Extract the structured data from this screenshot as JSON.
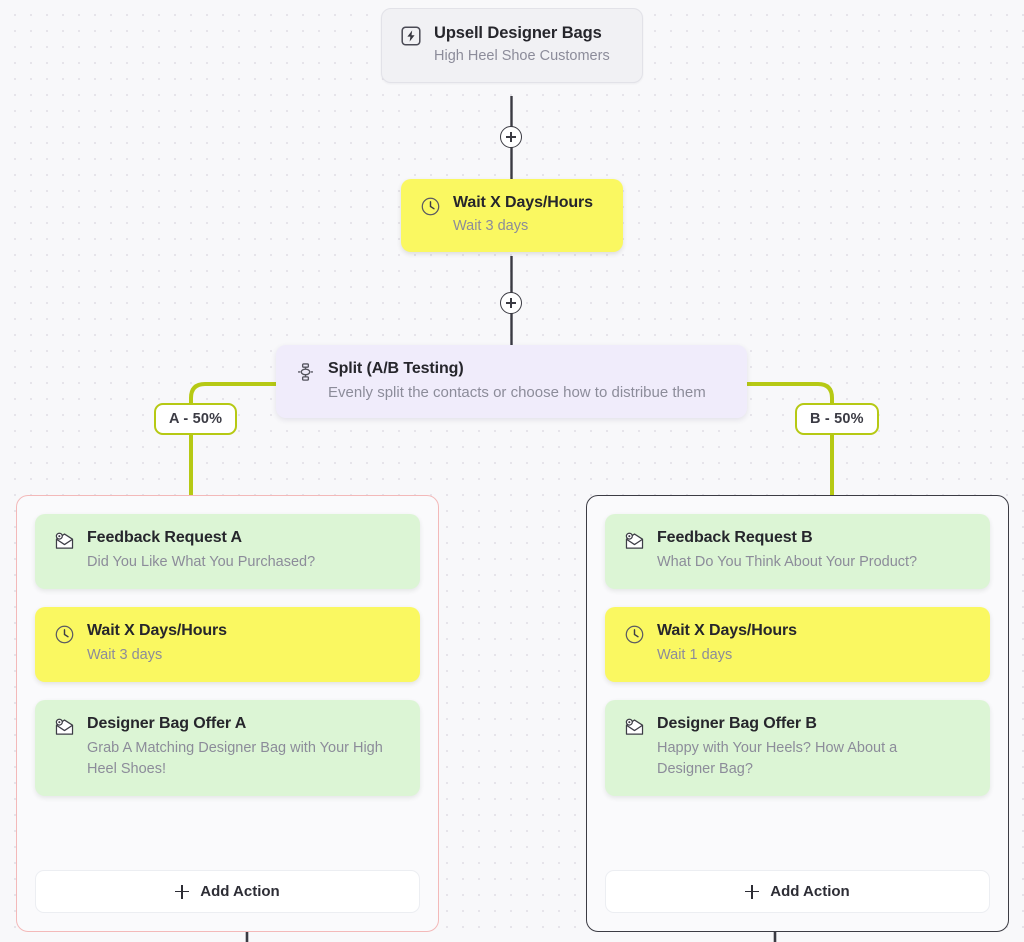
{
  "workflow": {
    "trigger": {
      "icon": "lightning-bolt-icon",
      "title": "Upsell Designer Bags",
      "subtitle": "High Heel Shoe Customers"
    },
    "wait_top": {
      "icon": "clock-icon",
      "title": "Wait X Days/Hours",
      "subtitle": "Wait 3 days"
    },
    "split": {
      "icon": "split-ab-icon",
      "title": "Split (A/B Testing)",
      "subtitle": "Evenly split the contacts or choose how to distribue them"
    },
    "connectors": {
      "add_step_label": "+",
      "plus_icon": "plus-circle-icon"
    },
    "branches": [
      {
        "id": "a",
        "pill_label": "A - 50%",
        "border_color": "#f3b9b9",
        "steps": [
          {
            "icon": "email-open-icon",
            "type": "email",
            "title": "Feedback Request A",
            "subtitle": "Did You Like What You Purchased?"
          },
          {
            "icon": "clock-icon",
            "type": "wait",
            "title": "Wait X Days/Hours",
            "subtitle": "Wait 3 days"
          },
          {
            "icon": "email-open-icon",
            "type": "email",
            "title": "Designer Bag Offer A",
            "subtitle": "Grab A Matching Designer Bag with Your High Heel Shoes!"
          }
        ],
        "add_action_label": "Add Action"
      },
      {
        "id": "b",
        "pill_label": "B - 50%",
        "border_color": "#3c3c44",
        "steps": [
          {
            "icon": "email-open-icon",
            "type": "email",
            "title": "Feedback Request B",
            "subtitle": "What Do You Think About Your Product?"
          },
          {
            "icon": "clock-icon",
            "type": "wait",
            "title": "Wait X Days/Hours",
            "subtitle": "Wait 1 days"
          },
          {
            "icon": "email-open-icon",
            "type": "email",
            "title": "Designer Bag Offer B",
            "subtitle": "Happy with Your Heels? How About a Designer Bag?"
          }
        ],
        "add_action_label": "Add Action"
      }
    ]
  },
  "colors": {
    "canvas_background": "#f8f8fa",
    "dot_grid": "#e6e4ea",
    "trigger_card": "#f1f1f4",
    "wait_card": "#faf861",
    "email_card": "#dcf5d5",
    "split_card": "#f0ecfb",
    "branch_wire": "#b6c914",
    "trunk_wire": "#3a3a42",
    "title_text": "#26262c",
    "subtitle_text": "#8c8c9a"
  }
}
